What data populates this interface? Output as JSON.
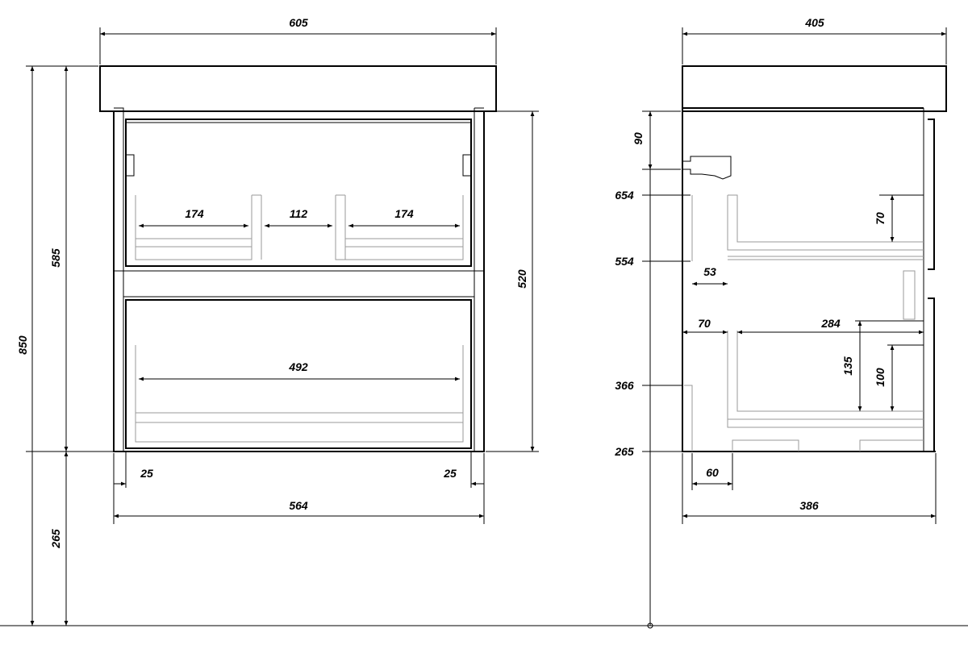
{
  "front_view": {
    "width_top": "605",
    "height_total": "850",
    "height_cabinet": "585",
    "height_floor": "265",
    "height_body": "520",
    "shelf_left": "174",
    "shelf_middle": "112",
    "shelf_right": "174",
    "drawer_width": "492",
    "offset_left": "25",
    "offset_right": "25",
    "width_body": "564"
  },
  "side_view": {
    "depth_top": "405",
    "depth_body": "386",
    "depth_90": "90",
    "level_654": "654",
    "level_554": "554",
    "level_366": "366",
    "level_265": "265",
    "depth_53": "53",
    "depth_70_upper": "70",
    "depth_70_lower": "70",
    "depth_284": "284",
    "height_135": "135",
    "height_100": "100",
    "depth_60": "60"
  }
}
